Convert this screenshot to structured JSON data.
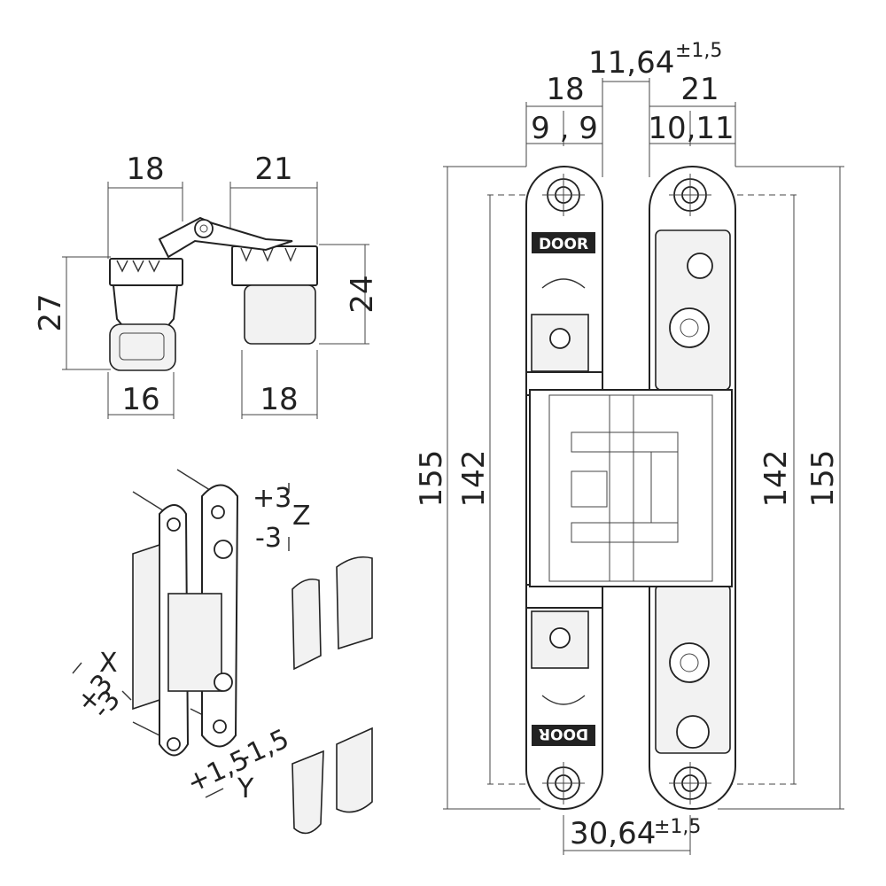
{
  "top_view": {
    "dims": {
      "top_left": "18",
      "top_right": "21",
      "left_height": "27",
      "right_height": "24",
      "bottom_left": "16",
      "bottom_right": "18"
    }
  },
  "front_view": {
    "dims": {
      "gap": "11,64",
      "gap_tol": "±1,5",
      "left_width": "18",
      "right_width": "21",
      "left_sub": "9 , 9",
      "right_sub": "10,11",
      "outer_height_left": "155",
      "inner_height_left": "142",
      "inner_height_right": "142",
      "outer_height_right": "155",
      "bottom_width": "30,64",
      "bottom_tol": "±1,5"
    },
    "plate_label": "DOOR"
  },
  "iso_view": {
    "z_plus": "+3",
    "z_minus": "-3",
    "z_axis": "Z",
    "x_axis": "X",
    "x_plus": "+3",
    "x_minus": "-3",
    "y_plus": "+1,5",
    "y_minus": "-1,5",
    "y_axis": "Y"
  }
}
